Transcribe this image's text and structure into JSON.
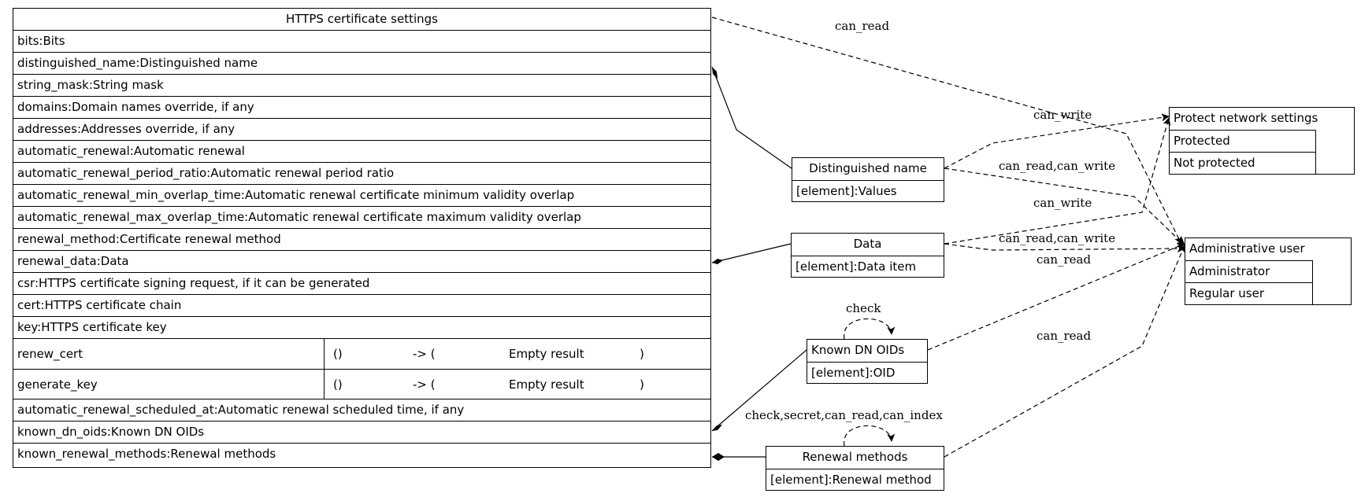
{
  "main_entity": {
    "title": "HTTPS certificate settings",
    "fields": [
      "bits:Bits",
      "distinguished_name:Distinguished name",
      "string_mask:String mask",
      "domains:Domain names override, if any",
      "addresses:Addresses override, if any",
      "automatic_renewal:Automatic renewal",
      "automatic_renewal_period_ratio:Automatic renewal period ratio",
      "automatic_renewal_min_overlap_time:Automatic renewal certificate minimum validity overlap",
      "automatic_renewal_max_overlap_time:Automatic renewal certificate maximum validity overlap",
      "renewal_method:Certificate renewal method",
      "renewal_data:Data",
      "csr:HTTPS certificate signing request, if it can be generated",
      "cert:HTTPS certificate chain",
      "key:HTTPS certificate key"
    ],
    "methods": [
      {
        "name": "renew_cert",
        "args": "()",
        "arrow": "-> (",
        "result": "Empty result",
        "close": ")"
      },
      {
        "name": "generate_key",
        "args": "()",
        "arrow": "-> (",
        "result": "Empty result",
        "close": ")"
      }
    ],
    "fields_after": [
      "automatic_renewal_scheduled_at:Automatic renewal scheduled time, if any",
      "known_dn_oids:Known DN OIDs",
      "known_renewal_methods:Renewal methods"
    ]
  },
  "distinguished_name_box": {
    "title": "Distinguished name",
    "rows": [
      "[element]:Values"
    ]
  },
  "data_box": {
    "title": "Data",
    "rows": [
      "[element]:Data item"
    ]
  },
  "known_dn_oids_box": {
    "title": "Known DN OIDs",
    "rows": [
      "[element]:OID"
    ]
  },
  "renewal_methods_box": {
    "title": "Renewal methods",
    "rows": [
      "[element]:Renewal method"
    ]
  },
  "protect_box": {
    "title": "Protect network settings",
    "rows": [
      "Protected",
      "Not protected"
    ]
  },
  "admin_box": {
    "title": "Administrative user",
    "rows": [
      "Administrator",
      "Regular user"
    ]
  },
  "edge_labels": {
    "main_can_read": "can_read",
    "dn_can_write": "can_write",
    "dn_can_read_write": "can_read,can_write",
    "data_can_write": "can_write",
    "data_can_read_write": "can_read,can_write",
    "oids_can_read": "can_read",
    "oids_self": "check",
    "renewal_can_read": "can_read",
    "renewal_self": "check,secret,can_read,can_index"
  }
}
